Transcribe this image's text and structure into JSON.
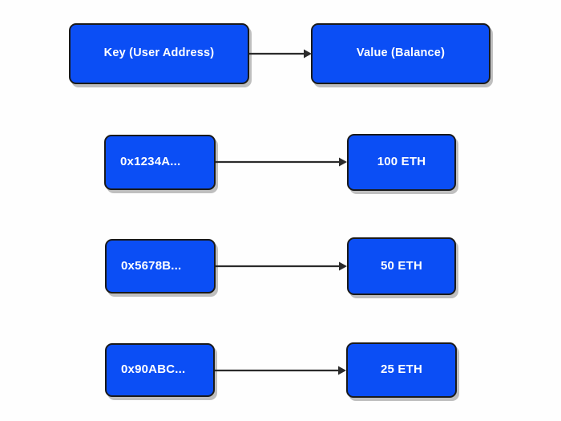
{
  "diagram": {
    "title": "Key-Value mapping diagram",
    "background_color": "#fefefe",
    "node_fill_color": "#0b4ef5",
    "node_border_color": "#1a1a1a",
    "node_text_color": "#ffffff",
    "arrow_color": "#2b2b2b",
    "header": {
      "key_label": "Key (User Address)",
      "value_label": "Value (Balance)",
      "arrow_name": "header-arrow"
    },
    "rows": [
      {
        "key": "0x1234A...",
        "value": "100 ETH",
        "arrow_name": "row-arrow-1"
      },
      {
        "key": "0x5678B...",
        "value": "50 ETH",
        "arrow_name": "row-arrow-2"
      },
      {
        "key": "0x90ABC...",
        "value": "25 ETH",
        "arrow_name": "row-arrow-3"
      }
    ]
  }
}
